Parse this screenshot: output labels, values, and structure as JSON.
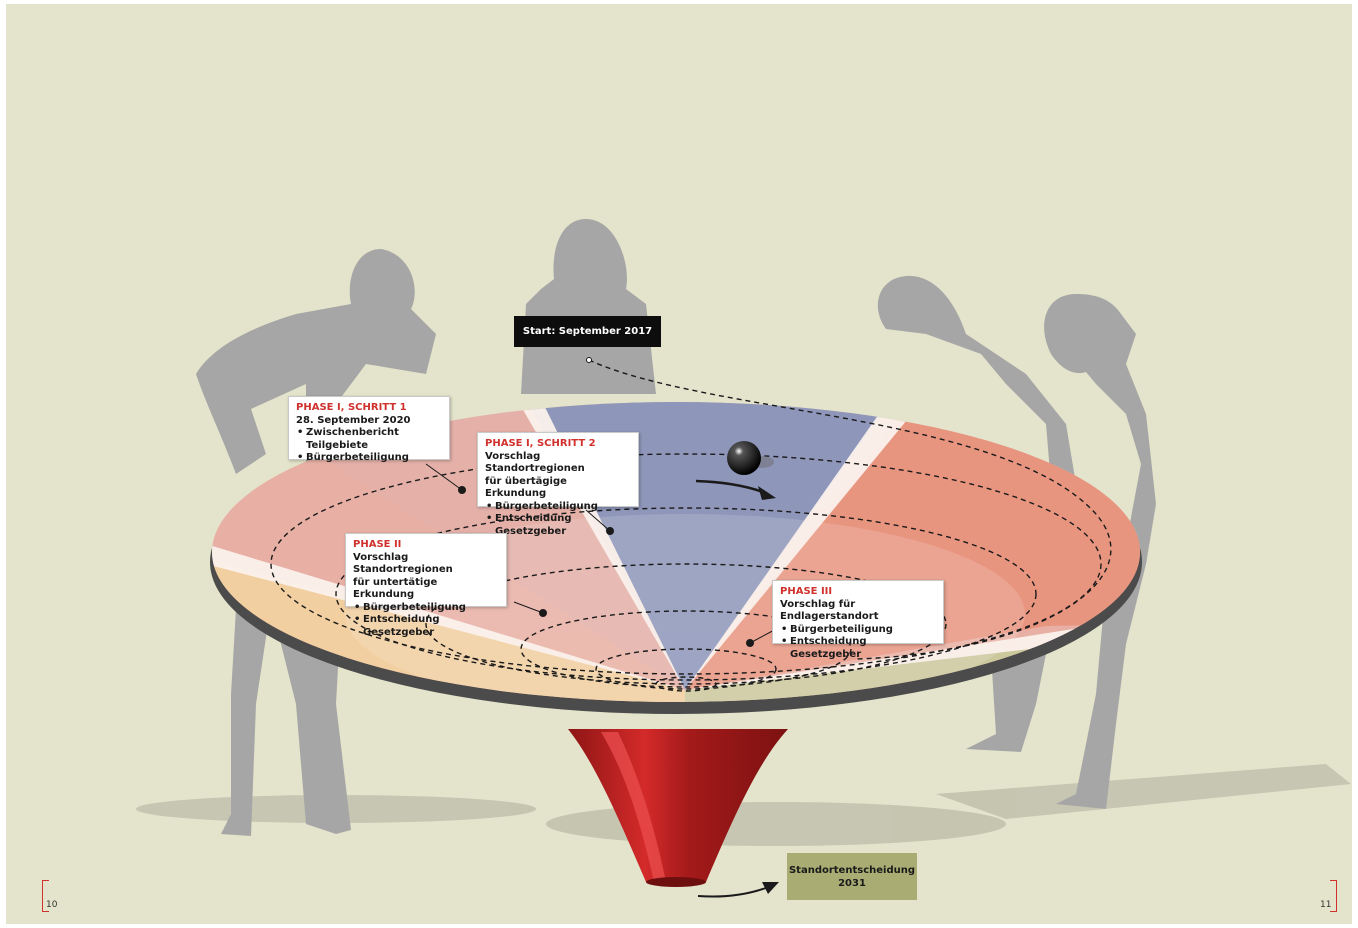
{
  "start": {
    "label": "Start: September 2017"
  },
  "end": {
    "line1": "Standortentscheidung",
    "line2": "2031"
  },
  "phases": [
    {
      "title": "PHASE I, SCHRITT 1",
      "subtitle": "28. September 2020",
      "items": [
        "Zwischenbericht Teilgebiete",
        "Bürgerbeteiligung"
      ]
    },
    {
      "title": "PHASE I, SCHRITT 2",
      "lines": [
        "Vorschlag Standortregionen",
        "für übertägige Erkundung"
      ],
      "items": [
        "Bürgerbeteiligung",
        "Entscheidung Gesetzgeber"
      ]
    },
    {
      "title": "PHASE II",
      "lines": [
        "Vorschlag Standortregionen",
        "für untertätige Erkundung"
      ],
      "items": [
        "Bürgerbeteiligung",
        "Entscheidung Gesetzgeber"
      ]
    },
    {
      "title": "PHASE III",
      "lines": [
        "Vorschlag für Endlagerstandort"
      ],
      "items": [
        "Bürgerbeteiligung",
        "Entscheidung Gesetzgeber"
      ]
    }
  ],
  "page_numbers": {
    "left": "10",
    "right": "11"
  },
  "colors": {
    "background": "#e3e4cb",
    "phase1": "#e8a89a",
    "phase1b": "#8e96ba",
    "phase2": "#f3c79a",
    "phase3": "#e88f7a",
    "final": "#c9c69a",
    "funnel": "#b71c1c",
    "accent": "#d0312d",
    "silhouette": "#a6a6a6"
  }
}
